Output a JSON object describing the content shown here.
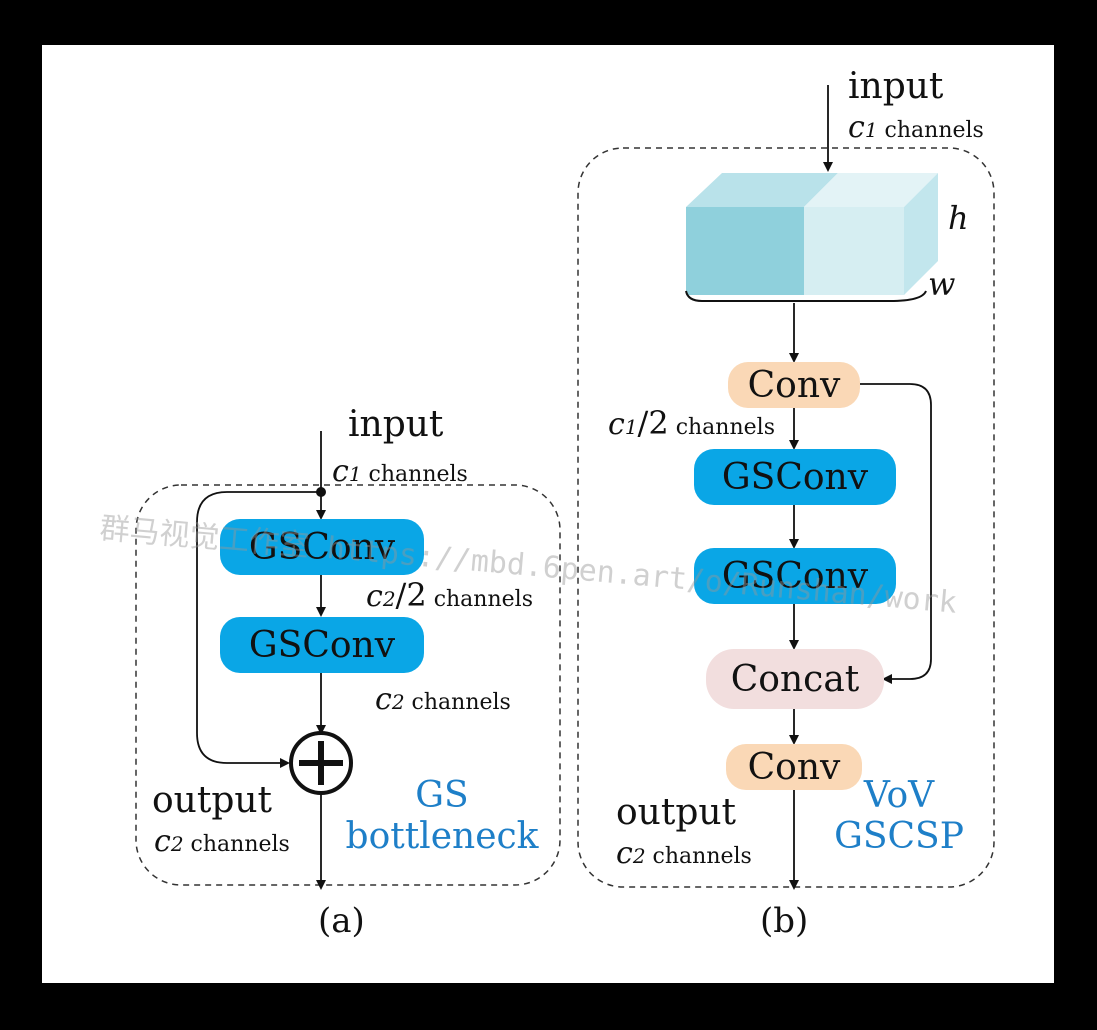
{
  "diagram_a": {
    "input_label": "input",
    "input_channels": {
      "symbol": "c",
      "sub": "1",
      "text": "channels"
    },
    "block1": "GSConv",
    "block2": "GSConv",
    "mid_channels": {
      "symbol": "c",
      "sub": "2",
      "frac": "/2",
      "text": "channels"
    },
    "out_channels_block": {
      "symbol": "c",
      "sub": "2",
      "text": "channels"
    },
    "output_label": "output",
    "output_channels": {
      "symbol": "c",
      "sub": "2",
      "text": "channels"
    },
    "name_line1": "GS",
    "name_line2": "bottleneck",
    "caption": "(a)"
  },
  "diagram_b": {
    "input_label": "input",
    "input_channels": {
      "symbol": "c",
      "sub": "1",
      "text": "channels"
    },
    "dim_h": "h",
    "dim_w": "w",
    "conv1": "Conv",
    "mid_channels": {
      "symbol": "c",
      "sub": "1",
      "frac": "/2",
      "text": "channels"
    },
    "gsconv1": "GSConv",
    "gsconv2": "GSConv",
    "concat": "Concat",
    "conv2": "Conv",
    "output_label": "output",
    "output_channels": {
      "symbol": "c",
      "sub": "2",
      "text": "channels"
    },
    "name_line1": "VoV",
    "name_line2": "GSCSP",
    "caption": "(b)"
  },
  "watermark": "群马视觉工作室 https://mbd.6pen.art/o/Runshan/work",
  "colors": {
    "gsconv": "#0aa6e6",
    "conv": "#fad8b6",
    "concat": "#f2dede",
    "cube_dark": "#8fd0dc",
    "cube_light": "#d6eef2",
    "name_text": "#1e7fc8"
  }
}
